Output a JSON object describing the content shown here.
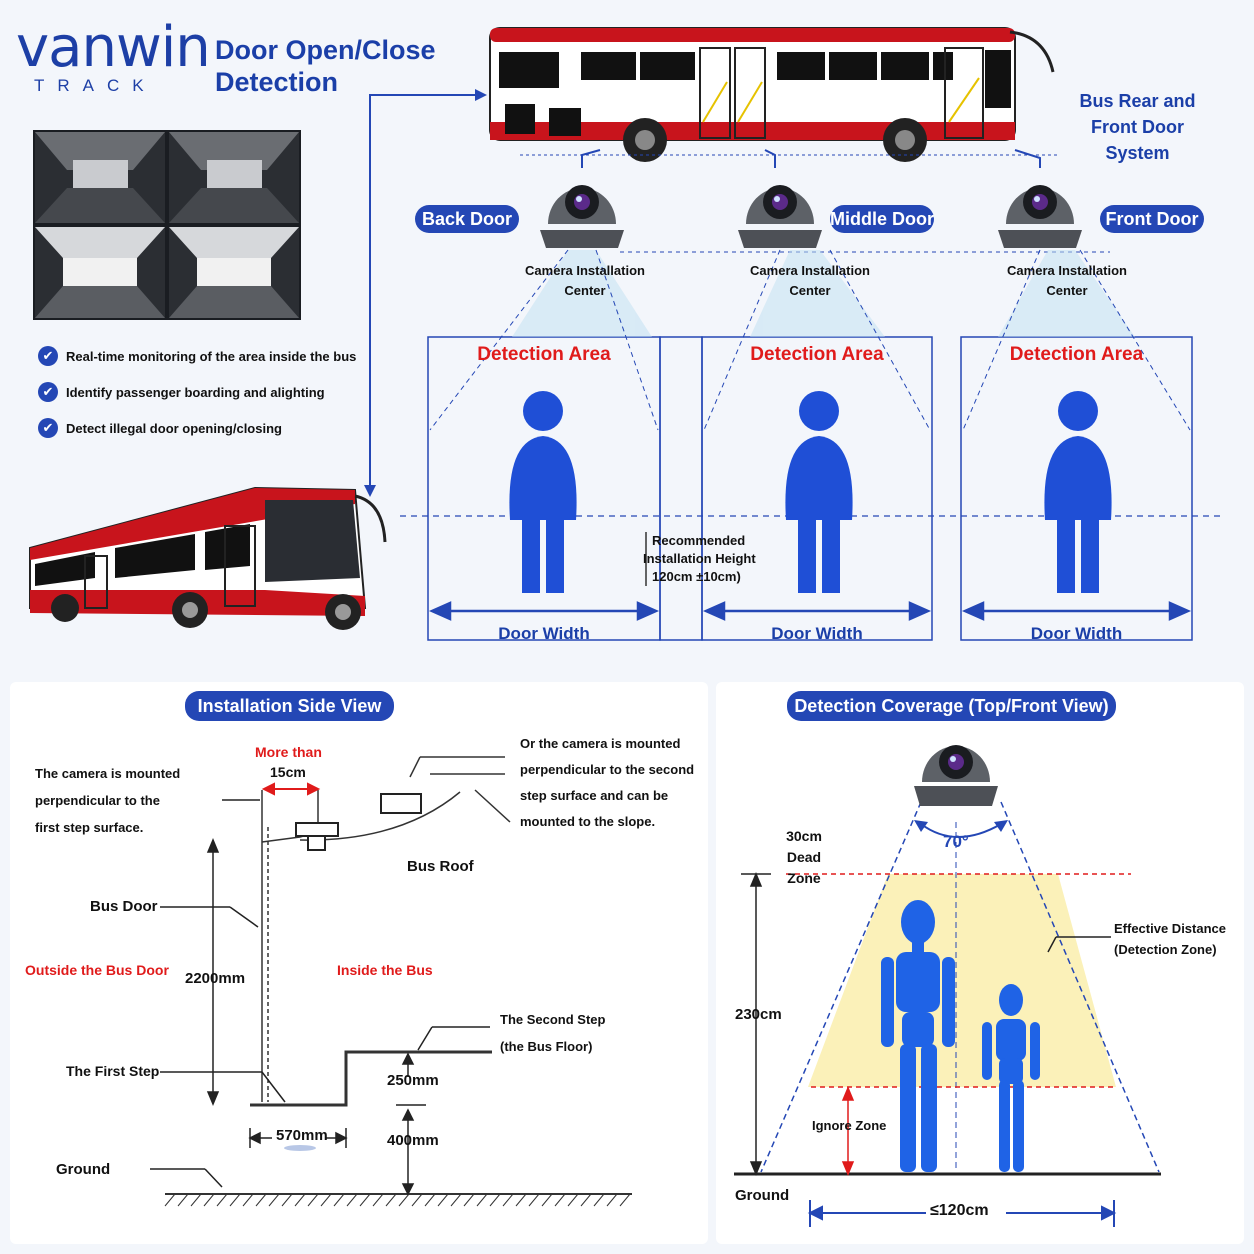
{
  "brand": {
    "name": "vanwin",
    "sub": "TRACK"
  },
  "title": {
    "line1": "Door Open/Close",
    "line2": "Detection"
  },
  "top": {
    "system_line1": "Bus Rear and",
    "system_line2": "Front Door System",
    "doors": [
      {
        "pill": "Back Door",
        "cam_line1": "Camera Installation",
        "cam_line2": "Center",
        "area": "Detection Area",
        "width": "Door Width"
      },
      {
        "pill": "Middle Door",
        "cam_line1": "Camera Installation",
        "cam_line2": "Center",
        "area": "Detection Area",
        "width": "Door Width"
      },
      {
        "pill": "Front Door",
        "cam_line1": "Camera Installation",
        "cam_line2": "Center",
        "area": "Detection Area",
        "width": "Door Width"
      }
    ],
    "height_line1": "Recommended",
    "height_line2": "Installation Height",
    "height_line3": "120cm ±10cm)"
  },
  "features": [
    "Real-time monitoring of the area inside the bus",
    "Identify passenger boarding and alighting",
    "Detect illegal door opening/closing"
  ],
  "side": {
    "heading": "Installation Side View",
    "more_than": "More than",
    "min_gap": "15cm",
    "note_left_1": "The camera is mounted",
    "note_left_2": "perpendicular to the",
    "note_left_3": "first step surface.",
    "note_right_1": "Or the camera is mounted",
    "note_right_2": "perpendicular to the second",
    "note_right_3": "step surface and can be",
    "note_right_4": "mounted to the slope.",
    "bus_roof": "Bus Roof",
    "bus_door": "Bus Door",
    "outside": "Outside the Bus Door",
    "inside": "Inside the Bus",
    "height": "2200mm",
    "second_step_1": "The Second Step",
    "second_step_2": "(the Bus Floor)",
    "first_step": "The First Step",
    "step_rise": "250mm",
    "step_depth": "570mm",
    "floor_height": "400mm",
    "ground": "Ground"
  },
  "coverage": {
    "heading": "Detection Coverage (Top/Front View)",
    "angle": "70°",
    "dead_1": "30cm",
    "dead_2": "Dead Zone",
    "eff_1": "Effective Distance",
    "eff_2": "(Detection Zone)",
    "total_height": "230cm",
    "ignore": "Ignore Zone",
    "ground": "Ground",
    "width": "≤120cm"
  },
  "colors": {
    "brand": "#1d3fa6",
    "accent_red": "#e01b1b",
    "person": "#1f4fd6",
    "zone": "#fbf1b9"
  }
}
